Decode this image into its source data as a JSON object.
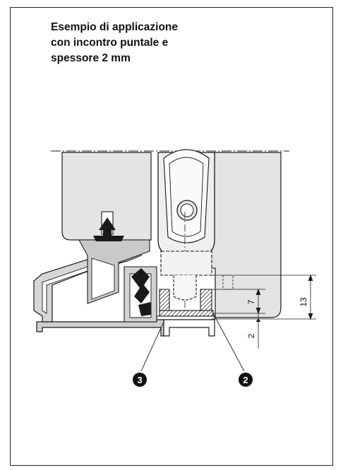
{
  "caption": {
    "line1": "Esempio di applicazione",
    "line2": "con incontro puntale e",
    "line3": "spessore 2 mm"
  },
  "dimensions": {
    "d13": "13",
    "d7": "7",
    "d2": "2"
  },
  "callouts": {
    "c3": "3",
    "c2": "2"
  },
  "colors": {
    "stroke": "#1a1a1a",
    "panel_fill": "#e4e4e4",
    "profile_fill": "#cfcfcf",
    "callout_fill": "#111111"
  }
}
